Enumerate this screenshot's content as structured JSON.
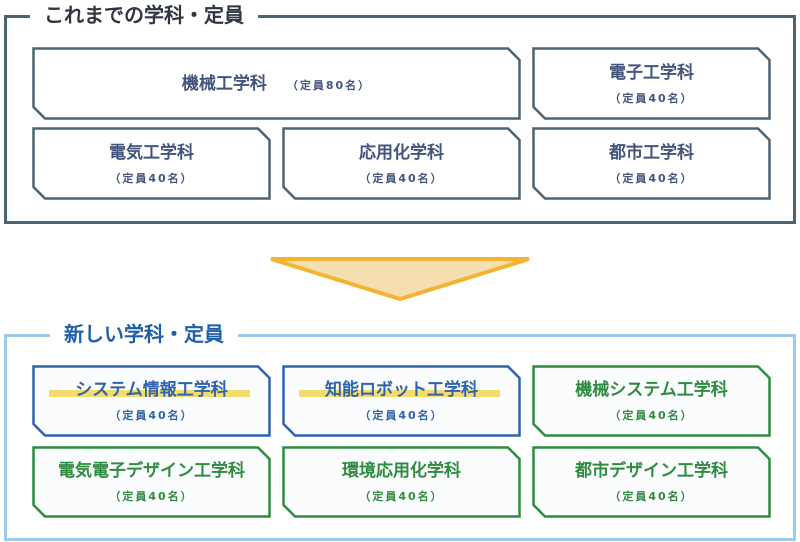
{
  "old": {
    "title": "これまでの学科・定員",
    "colors": {
      "border": "#4d6372",
      "text": "#43557d"
    },
    "departments": [
      {
        "name": "機械工学科",
        "capacity": "（定員80名）"
      },
      {
        "name": "電子工学科",
        "capacity": "（定員40名）"
      },
      {
        "name": "電気工学科",
        "capacity": "（定員40名）"
      },
      {
        "name": "応用化学科",
        "capacity": "（定員40名）"
      },
      {
        "name": "都市工学科",
        "capacity": "（定員40名）"
      }
    ]
  },
  "new": {
    "title": "新しい学科・定員",
    "colors": {
      "blue": "#2e63ad",
      "green": "#2e8b3f",
      "highlight": "#f4dc6c"
    },
    "departments": [
      {
        "name": "システム情報工学科",
        "capacity": "（定員40名）"
      },
      {
        "name": "知能ロボット工学科",
        "capacity": "（定員40名）"
      },
      {
        "name": "機械システム工学科",
        "capacity": "（定員40名）"
      },
      {
        "name": "電気電子デザイン工学科",
        "capacity": "（定員40名）"
      },
      {
        "name": "環境応用化学科",
        "capacity": "（定員40名）"
      },
      {
        "name": "都市デザイン工学科",
        "capacity": "（定員40名）"
      }
    ]
  },
  "arrow": {
    "fill": "#f5dfb0",
    "stroke": "#f2b431"
  }
}
